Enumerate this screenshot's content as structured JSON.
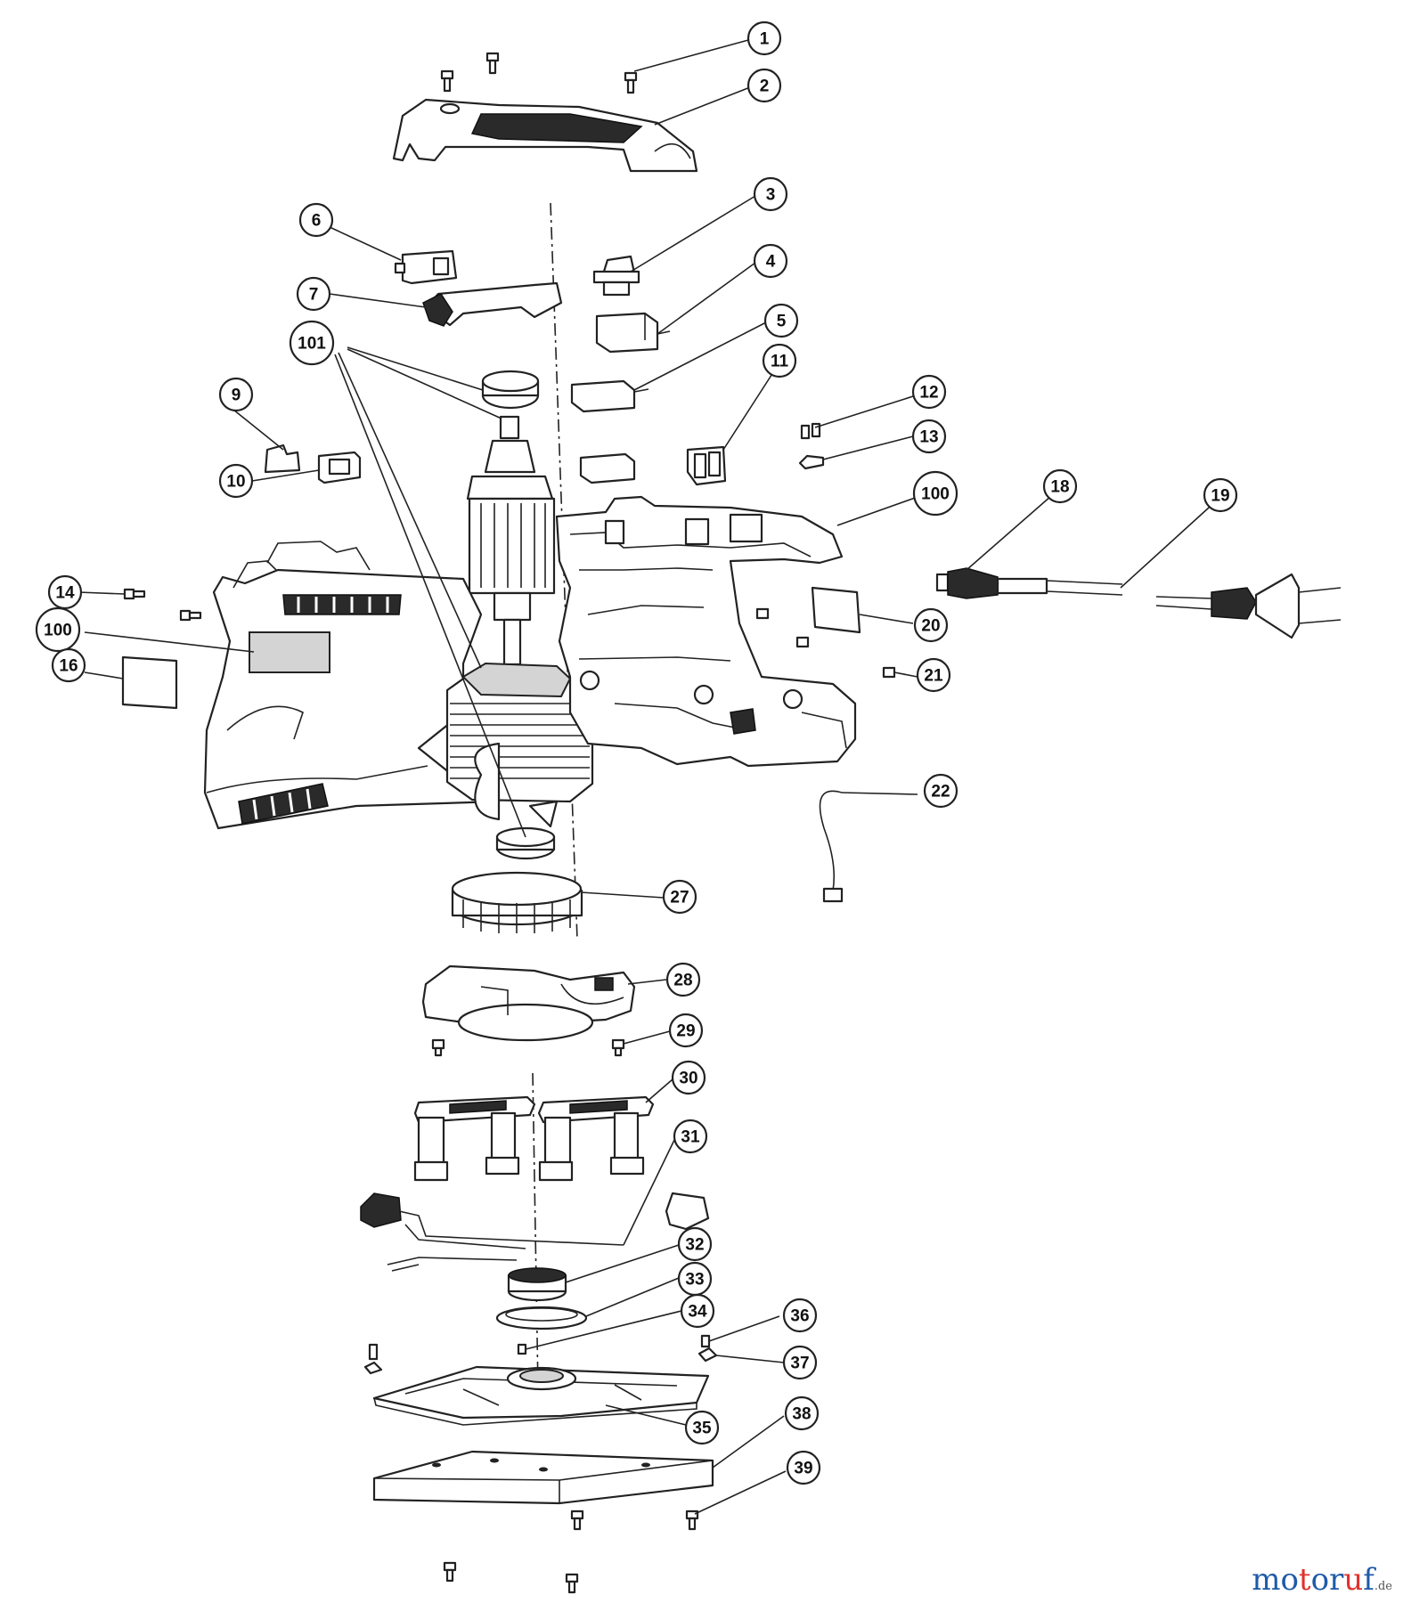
{
  "diagram": {
    "callouts": [
      "1",
      "2",
      "3",
      "4",
      "5",
      "6",
      "7",
      "101",
      "9",
      "10",
      "11",
      "12",
      "13",
      "14",
      "100",
      "16",
      "18",
      "19",
      "20",
      "21",
      "22",
      "27",
      "28",
      "29",
      "30",
      "31",
      "32",
      "33",
      "34",
      "35",
      "36",
      "37",
      "38",
      "39"
    ],
    "callout_100_second": "100"
  },
  "watermark": {
    "brand": "motoruf",
    "suffix": ".de",
    "brand_color": "#1e5aa8",
    "accent_color": "#e0312b"
  }
}
